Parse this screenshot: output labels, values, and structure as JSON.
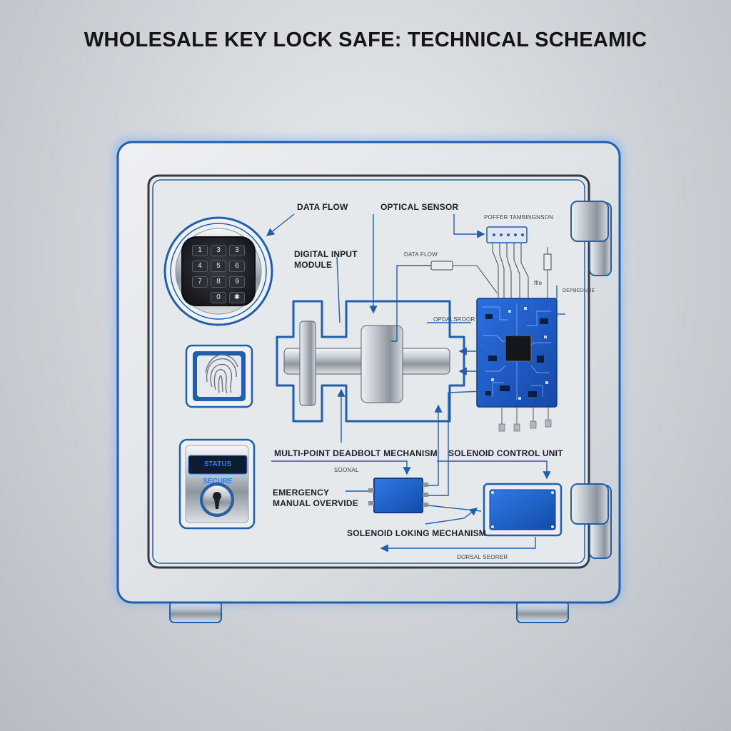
{
  "title": "WHOLESALE KEY LOCK SAFE: TECHNICAL SCHEAMIC",
  "keypad": {
    "keys": [
      "1",
      "3",
      "3",
      "4",
      "5",
      "6",
      "7",
      "8",
      "9",
      "",
      "0",
      "✱"
    ]
  },
  "status_panel": {
    "text": "STATUS SECURE"
  },
  "labels": {
    "data_flow": "DATA FLOW",
    "optical_sensor": "OPTICAL SENSOR",
    "power_transmission": "POFFER TAMBINGNSON",
    "data_flow_small": "DATA FLOW",
    "digital_input_line1": "DIGITAL INPUT",
    "digital_input_line2": "MODULE",
    "optical_sensor_small": "OPDALSROOR",
    "pcb_small_top": "ffle",
    "pcb_small_right": "DEPBEDNRE",
    "deadbolt": "MULTI-POINT DEADBOLT MECHANISM",
    "solenoid_control": "SOLENOID CONTROL UNIT",
    "sodial": "SOONAL",
    "emergency_line1": "EMERGENCY",
    "emergency_line2": "MANUAL OVERVIDE",
    "solenoid_locking": "SOLENOID LOKING MECHANISM",
    "door_sensor": "DORSAL SEORER"
  },
  "colors": {
    "accent_blue": "#1f5fae",
    "pcb_blue": "#1a5cc8",
    "status_text_blue": "#2a7bff",
    "panel_steel": "#e4e7eb"
  }
}
